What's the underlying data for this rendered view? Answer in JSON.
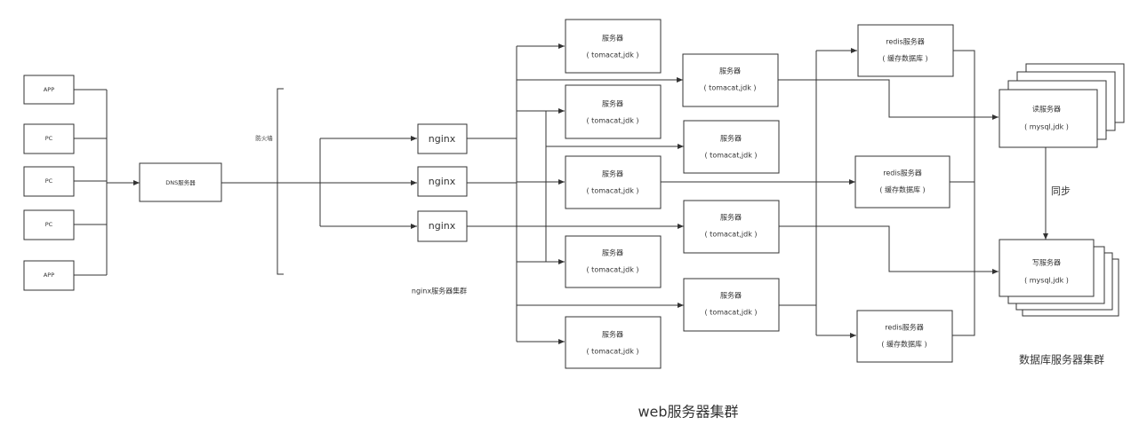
{
  "clients": [
    "APP",
    "PC",
    "PC",
    "PC",
    "APP"
  ],
  "dns": "DNS服务器",
  "firewall": "防火墙",
  "nginx": [
    "nginx",
    "nginx",
    "nginx"
  ],
  "nginx_cluster_label": "nginx服务器集群",
  "web_server": {
    "title": "服务器",
    "sub": "( tomacat,jdk )"
  },
  "redis": {
    "title": "redis服务器",
    "sub": "( 缓存数据库 )"
  },
  "read_db": {
    "title": "读服务器",
    "sub": "( mysql,jdk )"
  },
  "write_db": {
    "title": "写服务器",
    "sub": "( mysql,jdk )"
  },
  "sync_label": "同步",
  "db_cluster_label": "数据库服务器集群",
  "web_cluster_label": "web服务器集群"
}
